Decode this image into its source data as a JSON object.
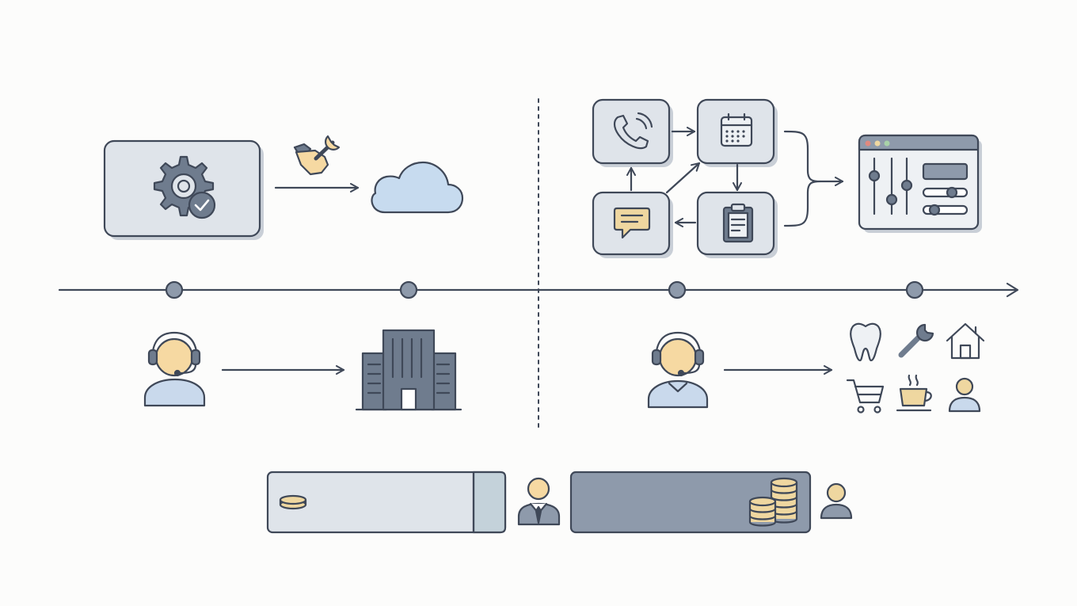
{
  "colors": {
    "background": "#fcfcfb",
    "stroke": "#3f4858",
    "panel_fill": "#dfe4ea",
    "panel_shadow": "#c9cfd7",
    "icon_gray": "#6f7c8e",
    "cloud_blue": "#c7dbef",
    "skin": "#f6d9a2",
    "body_blue": "#c9d9ec",
    "gold": "#efd7a0",
    "dark_bar": "#8e9aab",
    "light_bar": "#dfe4ea",
    "light_bar_end": "#c4d2da"
  },
  "timeline": {
    "milestones": 4,
    "direction": "left-to-right",
    "divider": "dashed vertical"
  },
  "left_phase": {
    "top": [
      "gear-check-panel-icon",
      "wrench-hand-icon",
      "cloud-icon"
    ],
    "bottom": [
      "agent-headset-icon",
      "office-building-icon"
    ]
  },
  "right_phase": {
    "top": [
      "phone-icon",
      "calendar-icon",
      "chat-icon",
      "clipboard-icon",
      "dashboard-sliders-icon"
    ],
    "bottom": [
      "agent-headset-icon",
      "tooth-icon",
      "wrench-icon",
      "house-icon",
      "shopping-cart-icon",
      "coffee-cup-icon",
      "person-icon"
    ]
  },
  "comparison": {
    "left_bar": [
      "single-coin-icon",
      "businessman-icon"
    ],
    "right_bar": [
      "coin-stacks-icon",
      "person-icon"
    ]
  }
}
